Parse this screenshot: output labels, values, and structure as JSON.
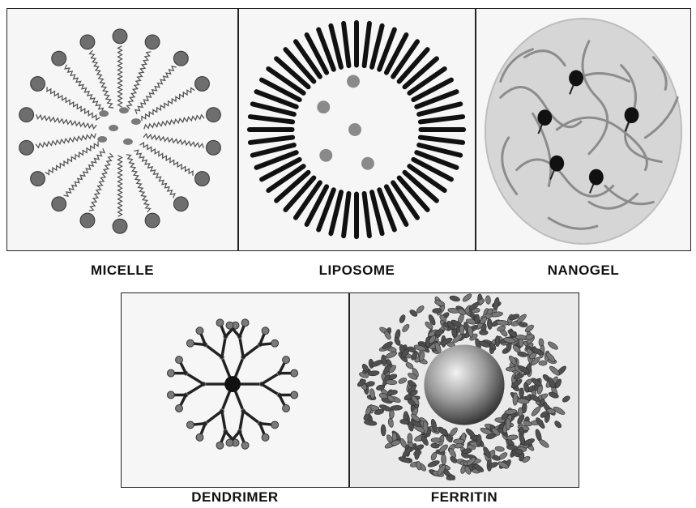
{
  "labels": {
    "micelle": "MICELLE",
    "liposome": "LIPOSOME",
    "nanogel": "NANOGEL",
    "dendrimer": "DENDRIMER",
    "ferritin": "FERRITIN"
  },
  "colors": {
    "head": "#6e6e6e",
    "tail": "#555555",
    "core": "#7a7a7a",
    "dark": "#111111",
    "gel": "#d6d6d6",
    "protein": "#5a5a5a"
  }
}
